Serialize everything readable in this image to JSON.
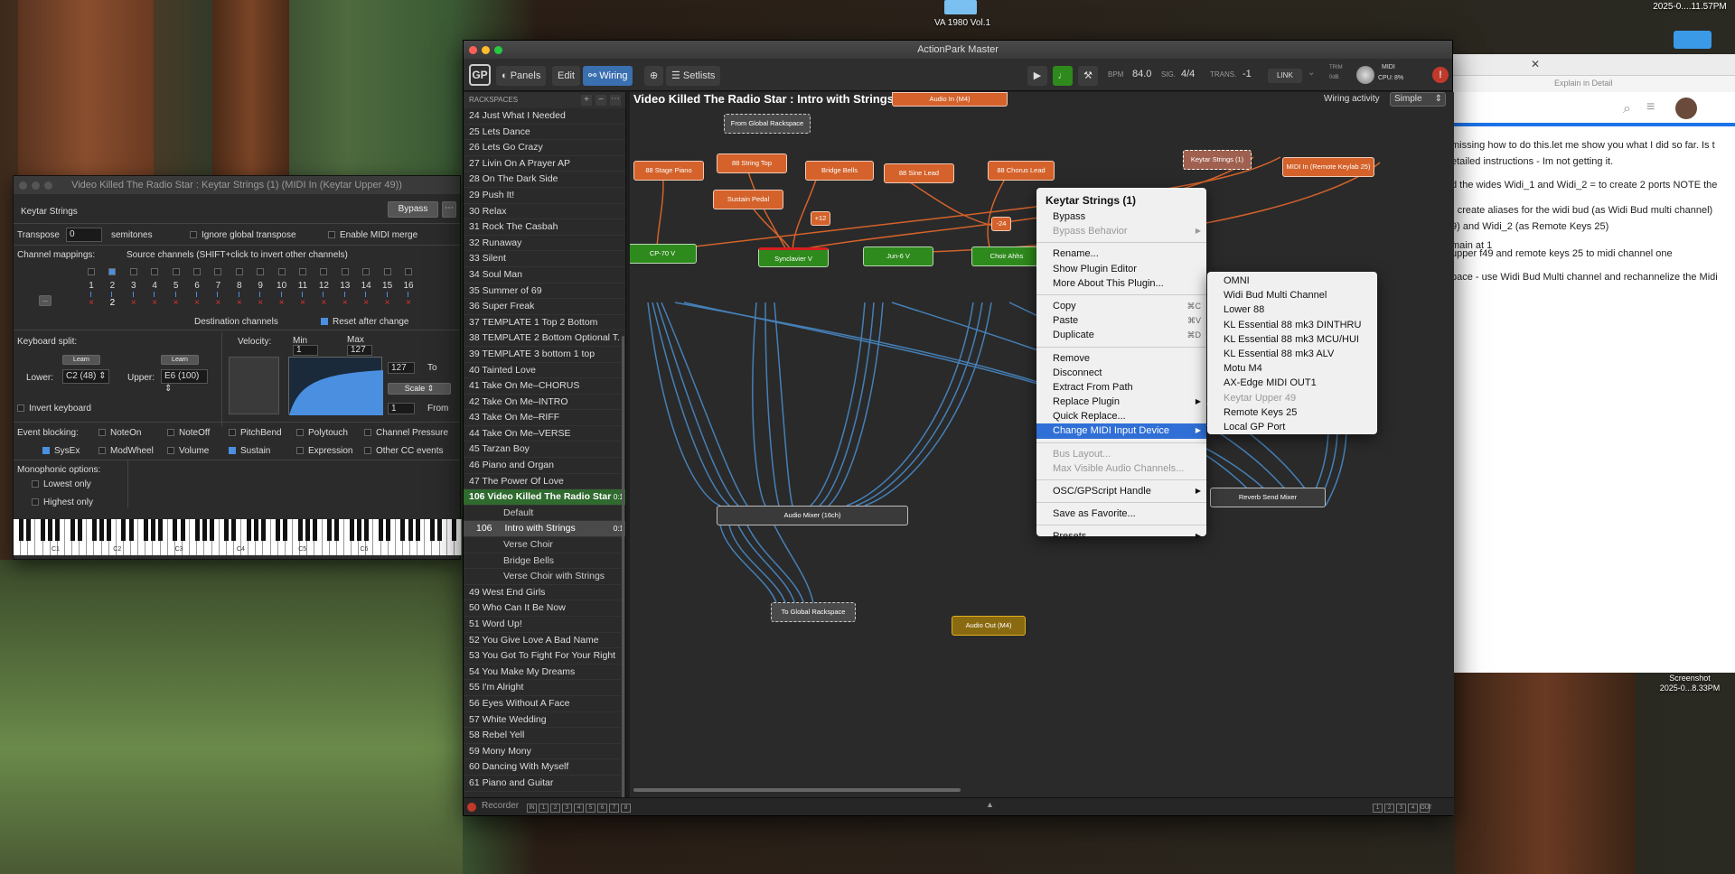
{
  "desktop": {
    "drive_label": "VA 1980 Vol.1",
    "clock": "2025-0....11.57PM",
    "screenshot_label": "Screenshot",
    "screenshot_time": "2025-0...8.33PM"
  },
  "browser": {
    "explain": "Explain in Detail",
    "paragraphs": [
      "missing how to do this.let me show you what I did so far. Is t",
      "etailed instructions - Im not getting it.",
      "d the wides Widi_1 and Widi_2 = to create 2 ports NOTE the",
      "- create aliases for the widi bud (as Widi Bud multi channel)",
      "9) and Widi_2 (as Remote Keys 25)",
      "main at 1",
      "upper f49 and remote keys 25 to midi channel one",
      "pace - use Widi Bud Multi channel and rechannelize the Midi"
    ]
  },
  "keytar": {
    "title": "Video Killed The Radio Star : Keytar Strings (1) (MIDI In (Keytar Upper 49))",
    "plugin_name": "Keytar Strings",
    "bypass": "Bypass",
    "transpose_label": "Transpose",
    "transpose_value": "0",
    "semitones": "semitones",
    "ignore_global": "Ignore global transpose",
    "enable_merge": "Enable MIDI merge",
    "channel_mappings": "Channel mappings:",
    "source_channels": "Source channels (SHIFT+click to invert other channels)",
    "channels": [
      "1",
      "2",
      "3",
      "4",
      "5",
      "6",
      "7",
      "8",
      "9",
      "10",
      "11",
      "12",
      "13",
      "14",
      "15",
      "16"
    ],
    "dest_label": "Destination channels",
    "reset_after": "Reset after change",
    "keyboard_split": "Keyboard split:",
    "learn": "Learn",
    "lower_label": "Lower:",
    "lower_value": "C2 (48)",
    "upper_label": "Upper:",
    "upper_value": "E6 (100)",
    "invert_keyboard": "Invert keyboard",
    "velocity": "Velocity:",
    "min_label": "Min",
    "max_label": "Max",
    "min_value": "1",
    "max_value": "127",
    "to_value": "127",
    "to_label": "To",
    "scale": "Scale",
    "from_value": "1",
    "from_label": "From",
    "event_blocking": "Event blocking:",
    "events": [
      "NoteOn",
      "NoteOff",
      "PitchBend",
      "Polytouch",
      "Channel Pressure",
      "SysEx",
      "ModWheel",
      "Volume",
      "Sustain",
      "Expression",
      "Other CC events"
    ],
    "mono_options": "Monophonic options:",
    "lowest_only": "Lowest only",
    "highest_only": "Highest only",
    "octaves": [
      "C1",
      "C2",
      "C3",
      "C4",
      "C5",
      "C6"
    ]
  },
  "main": {
    "title": "ActionPark Master",
    "toolbar": {
      "panels": "Panels",
      "edit": "Edit",
      "wiring": "Wiring",
      "setlists": "Setlists",
      "bpm_label": "BPM",
      "bpm_value": "84.0",
      "sig_label": "SIG.",
      "sig_value": "4/4",
      "trans_label": "TRANS.",
      "trans_value": "-1",
      "link": "LINK",
      "trim_label": "TRIM",
      "trim_value": "0dB",
      "midi_label": "MIDI",
      "cpu_label": "CPU:",
      "cpu_value": "8%"
    },
    "rackspaces_header": "RACKSPACES",
    "rackspaces": [
      "24 Just What I Needed",
      "25 Lets Dance",
      "26 Lets Go Crazy",
      "27 Livin On A Prayer AP",
      "28 On The Dark Side",
      "29 Push It!",
      "30 Relax",
      "31 Rock The Casbah",
      "32 Runaway",
      "33 Silent",
      "34 Soul Man",
      "35 Summer of 69",
      "36 Super Freak",
      "37 TEMPLATE 1 Top 2 Bottom",
      "38 TEMPLATE 2 Bottom Optional T.",
      "39 TEMPLATE 3 bottom 1 top",
      "40 Tainted Love",
      "41 Take On Me–CHORUS",
      "42 Take On Me–INTRO",
      "43 Take On Me–RIFF",
      "44 Take On Me–VERSE",
      "45 Tarzan Boy",
      "46 Piano and Organ",
      "47 The Power Of Love"
    ],
    "selected_rackspace": "106 Video Killed The Radio Star",
    "selected_badge": "0:1",
    "variations": [
      "Default",
      "Intro with Strings",
      "Verse Choir",
      "Bridge Bells",
      "Verse Choir with Strings"
    ],
    "selected_variation_num": "106",
    "selected_variation_badge": "0:1",
    "rackspaces_after": [
      "49 West End Girls",
      "50 Who Can It Be Now",
      "51 Word Up!",
      "52 You Give Love A Bad Name",
      "53 You Got To Fight For Your Right",
      "54 You Make My Dreams",
      "55 I'm Alright",
      "56 Eyes Without A Face",
      "57 White Wedding",
      "58 Rebel Yell",
      "59 Mony Mony",
      "60 Dancing With Myself",
      "61 Piano and Guitar"
    ],
    "canvas_title": "Video Killed The Radio Star : Intro with Strings",
    "wiring_activity": "Wiring activity",
    "wiring_mode": "Simple",
    "nodes": {
      "audio_in": "Audio In (M4)",
      "from_global": "From Global Rackspace",
      "stage_piano": "88 Stage Piano",
      "string_top": "88 String Top",
      "bridge_bells": "Bridge Bells",
      "sine_lead": "88 Sine Lead",
      "chorus_lead": "88 Chorus Lead",
      "keytar_strings": "Keytar Strings (1)",
      "midi_in_remote": "MIDI In (Remote Keylab 25)",
      "sustain_pedal": "Sustain Pedal",
      "plus12": "+12",
      "minus24": "-24",
      "cp70": "CP-70 V",
      "synclavier": "Synclavier V",
      "jun6": "Jun-6 V",
      "choir": "Choir Ahhs",
      "audio_mixer": "Audio Mixer (16ch)",
      "reverb_send": "Reverb Send Mixer",
      "to_global": "To Global Rackspace",
      "audio_out": "Audio Out (M4)"
    },
    "recorder": "Recorder",
    "status_boxes": [
      "IN",
      "1",
      "2",
      "3",
      "4",
      "5",
      "6",
      "7",
      "8"
    ],
    "status_boxes_right": [
      "1",
      "2",
      "3",
      "4",
      "OUT"
    ]
  },
  "context_menu": {
    "header": "Keytar Strings (1)",
    "items": [
      {
        "label": "Bypass",
        "sc": "",
        "dis": false
      },
      {
        "label": "Bypass Behavior",
        "sc": ">",
        "dis": true
      },
      {
        "sep": true
      },
      {
        "label": "Rename...",
        "sc": "",
        "dis": false
      },
      {
        "label": "Show Plugin Editor",
        "sc": "",
        "dis": false
      },
      {
        "label": "More About This Plugin...",
        "sc": "",
        "dis": false
      },
      {
        "sep": true
      },
      {
        "label": "Copy",
        "sc": "⌘C",
        "dis": false
      },
      {
        "label": "Paste",
        "sc": "⌘V",
        "dis": false
      },
      {
        "label": "Duplicate",
        "sc": "⌘D",
        "dis": false
      },
      {
        "sep": true
      },
      {
        "label": "Remove",
        "sc": "",
        "dis": false
      },
      {
        "label": "Disconnect",
        "sc": "",
        "dis": false
      },
      {
        "label": "Extract From Path",
        "sc": "",
        "dis": false
      },
      {
        "label": "Replace Plugin",
        "sc": ">",
        "dis": false
      },
      {
        "label": "Quick Replace...",
        "sc": "",
        "dis": false
      },
      {
        "label": "Change MIDI Input Device",
        "sc": ">",
        "dis": false,
        "hl": true
      },
      {
        "sep": true
      },
      {
        "label": "Bus Layout...",
        "sc": "",
        "dis": true
      },
      {
        "label": "Max Visible Audio Channels...",
        "sc": "",
        "dis": true
      },
      {
        "sep": true
      },
      {
        "label": "OSC/GPScript Handle",
        "sc": ">",
        "dis": false
      },
      {
        "sep": true
      },
      {
        "label": "Save as Favorite...",
        "sc": "",
        "dis": false
      },
      {
        "sep": true
      },
      {
        "label": "Presets",
        "sc": ">",
        "dis": false
      }
    ]
  },
  "submenu": {
    "items": [
      {
        "label": "OMNI",
        "dis": false
      },
      {
        "label": "Widi Bud Multi Channel",
        "dis": false
      },
      {
        "label": "Lower 88",
        "dis": false
      },
      {
        "label": "KL Essential 88 mk3 DINTHRU",
        "dis": false
      },
      {
        "label": "KL Essential 88 mk3 MCU/HUI",
        "dis": false
      },
      {
        "label": "KL Essential 88 mk3 ALV",
        "dis": false
      },
      {
        "label": "Motu M4",
        "dis": false
      },
      {
        "label": "AX-Edge MIDI OUT1",
        "dis": false
      },
      {
        "label": "Keytar Upper 49",
        "dis": true
      },
      {
        "label": "Remote Keys 25",
        "dis": false
      },
      {
        "label": "Local GP Port",
        "dis": false
      }
    ]
  }
}
